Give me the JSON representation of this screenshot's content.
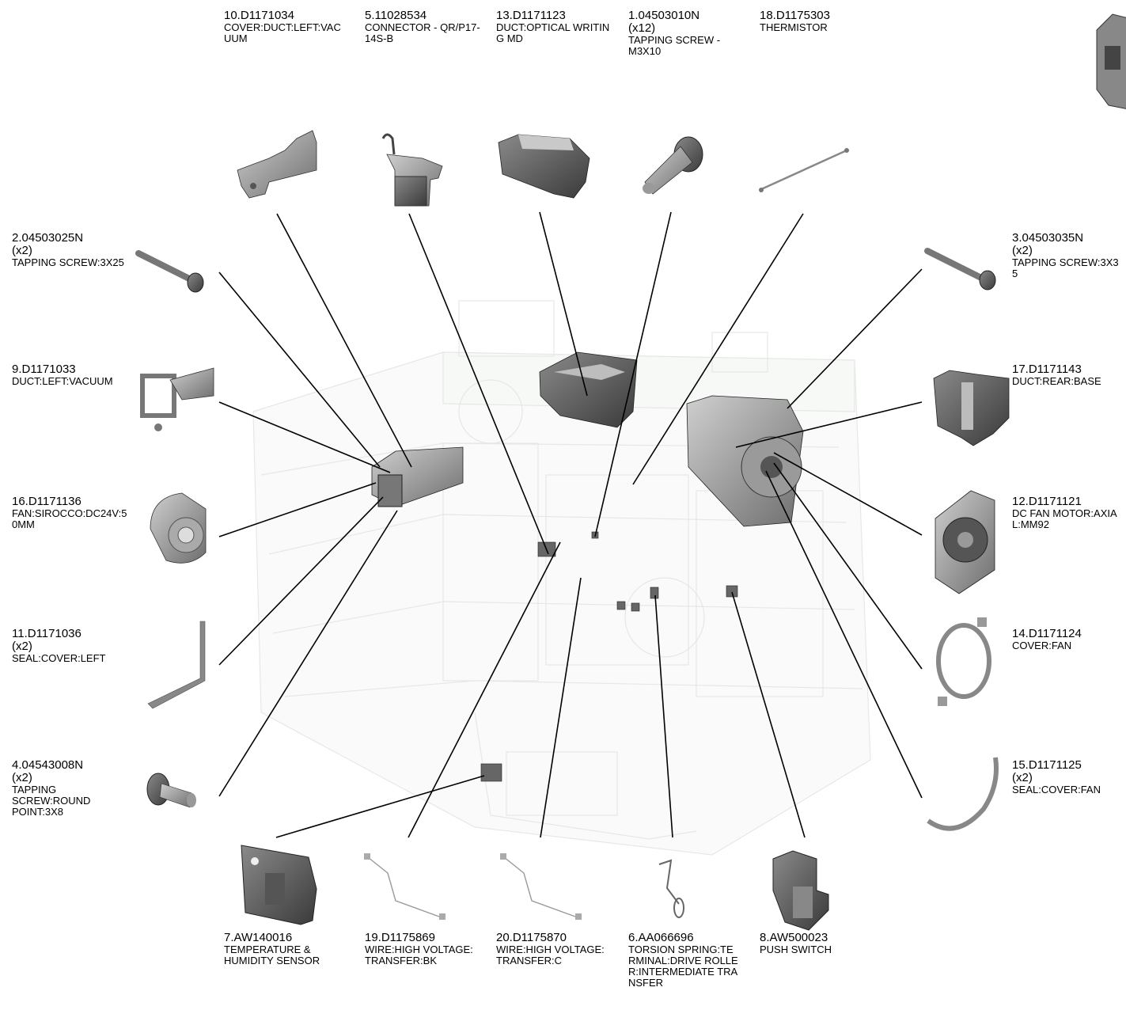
{
  "parts": [
    {
      "id": "p10",
      "part_no": "10.D1171034",
      "qty": "",
      "desc": "COVER:DUCT:LEFT:VACUUM",
      "icon": "duct-cover-icon"
    },
    {
      "id": "p5",
      "part_no": "5.11028534",
      "qty": "",
      "desc": "CONNECTOR - QR/P17-14S-B",
      "icon": "connector-icon"
    },
    {
      "id": "p13",
      "part_no": "13.D1171123",
      "qty": "",
      "desc": "DUCT:OPTICAL WRITING MD",
      "icon": "optical-duct-icon"
    },
    {
      "id": "p1",
      "part_no": "1.04503010N",
      "qty": "(x12)",
      "desc": "TAPPING SCREW - M3X10",
      "icon": "screw-icon"
    },
    {
      "id": "p18",
      "part_no": "18.D1175303",
      "qty": "",
      "desc": "THERMISTOR",
      "icon": "thermistor-icon"
    },
    {
      "id": "p2",
      "part_no": "2.04503025N",
      "qty": "(x2)",
      "desc": "TAPPING SCREW:3X25",
      "icon": "long-screw-icon"
    },
    {
      "id": "p9",
      "part_no": "9.D1171033",
      "qty": "",
      "desc": "DUCT:LEFT:VACUUM",
      "icon": "left-duct-icon"
    },
    {
      "id": "p16",
      "part_no": "16.D1171136",
      "qty": "",
      "desc": "FAN:SIROCCO:DC24V:50MM",
      "icon": "sirocco-fan-icon"
    },
    {
      "id": "p11",
      "part_no": "11.D1171036",
      "qty": "(x2)",
      "desc": "SEAL:COVER:LEFT",
      "icon": "seal-icon"
    },
    {
      "id": "p4",
      "part_no": "4.04543008N",
      "qty": "(x2)",
      "desc": "TAPPING SCREW:ROUND POINT:3X8",
      "icon": "short-screw-icon"
    },
    {
      "id": "p3",
      "part_no": "3.04503035N",
      "qty": "(x2)",
      "desc": "TAPPING SCREW:3X35",
      "icon": "long-screw-icon"
    },
    {
      "id": "p17",
      "part_no": "17.D1171143",
      "qty": "",
      "desc": "DUCT:REAR:BASE",
      "icon": "rear-duct-icon"
    },
    {
      "id": "p12",
      "part_no": "12.D1171121",
      "qty": "",
      "desc": "DC FAN MOTOR:AXIAL:MM92",
      "icon": "axial-fan-icon"
    },
    {
      "id": "p14",
      "part_no": "14.D1171124",
      "qty": "",
      "desc": "COVER:FAN",
      "icon": "fan-cover-icon"
    },
    {
      "id": "p15",
      "part_no": "15.D1171125",
      "qty": "(x2)",
      "desc": "SEAL:COVER:FAN",
      "icon": "arc-seal-icon"
    },
    {
      "id": "p7",
      "part_no": "7.AW140016",
      "qty": "",
      "desc": "TEMPERATURE & HUMIDITY SENSOR",
      "icon": "sensor-icon"
    },
    {
      "id": "p19",
      "part_no": "19.D1175869",
      "qty": "",
      "desc": "WIRE:HIGH VOLTAGE:TRANSFER:BK",
      "icon": "wire-icon"
    },
    {
      "id": "p20",
      "part_no": "20.D1175870",
      "qty": "",
      "desc": "WIRE:HIGH VOLTAGE:TRANSFER:C",
      "icon": "wire-icon"
    },
    {
      "id": "p6",
      "part_no": "6.AA066696",
      "qty": "",
      "desc": "TORSION SPRING:TERMINAL:DRIVE ROLLER:INTERMEDIATE TRANSFER",
      "icon": "spring-icon"
    },
    {
      "id": "p8",
      "part_no": "8.AW500023",
      "qty": "",
      "desc": "PUSH SWITCH",
      "icon": "push-switch-icon"
    }
  ]
}
